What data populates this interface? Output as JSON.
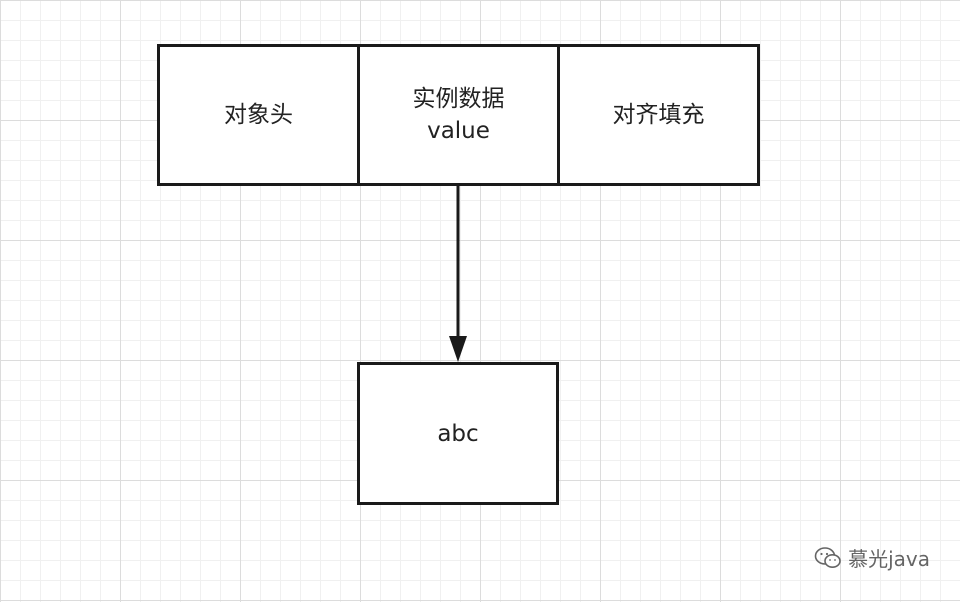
{
  "diagram": {
    "cells": [
      {
        "label": "对象头"
      },
      {
        "label": "实例数据",
        "sublabel": "value"
      },
      {
        "label": "对齐填充"
      }
    ],
    "target": {
      "label": "abc"
    },
    "arrow": {
      "from": "实例数据",
      "to": "abc"
    }
  },
  "watermark": {
    "icon": "wechat-icon",
    "text": "慕光java"
  },
  "colors": {
    "stroke": "#1a1a1a",
    "grid_major": "#dcdcdc",
    "grid_minor": "#f0f0f0",
    "background": "#ffffff"
  }
}
